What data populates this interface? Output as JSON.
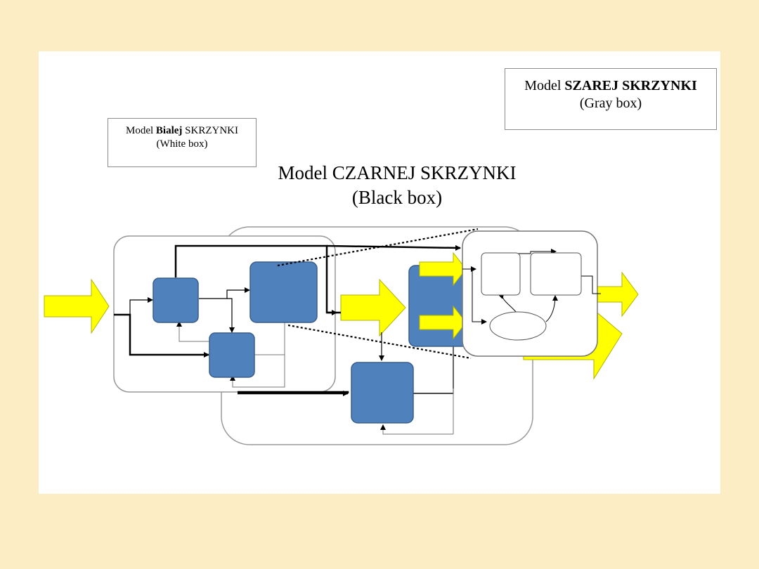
{
  "white_box": {
    "prefix": "Model ",
    "bold": "Bialej",
    "suffix": " SKRZYNKI",
    "sub": "(White box)"
  },
  "gray_box": {
    "prefix": "Model ",
    "bold": "SZAREJ SKRZYNKI",
    "suffix": "",
    "sub": "(Gray box)"
  },
  "black_box": {
    "title": "Model CZARNEJ SKRZYNKI",
    "sub": "(Black box)"
  },
  "colors": {
    "background": "#fcedc5",
    "arrow_fill": "#ffff00",
    "arrow_stroke": "#b3b300",
    "block_fill": "#4f81bd",
    "block_stroke": "#385d8a"
  }
}
